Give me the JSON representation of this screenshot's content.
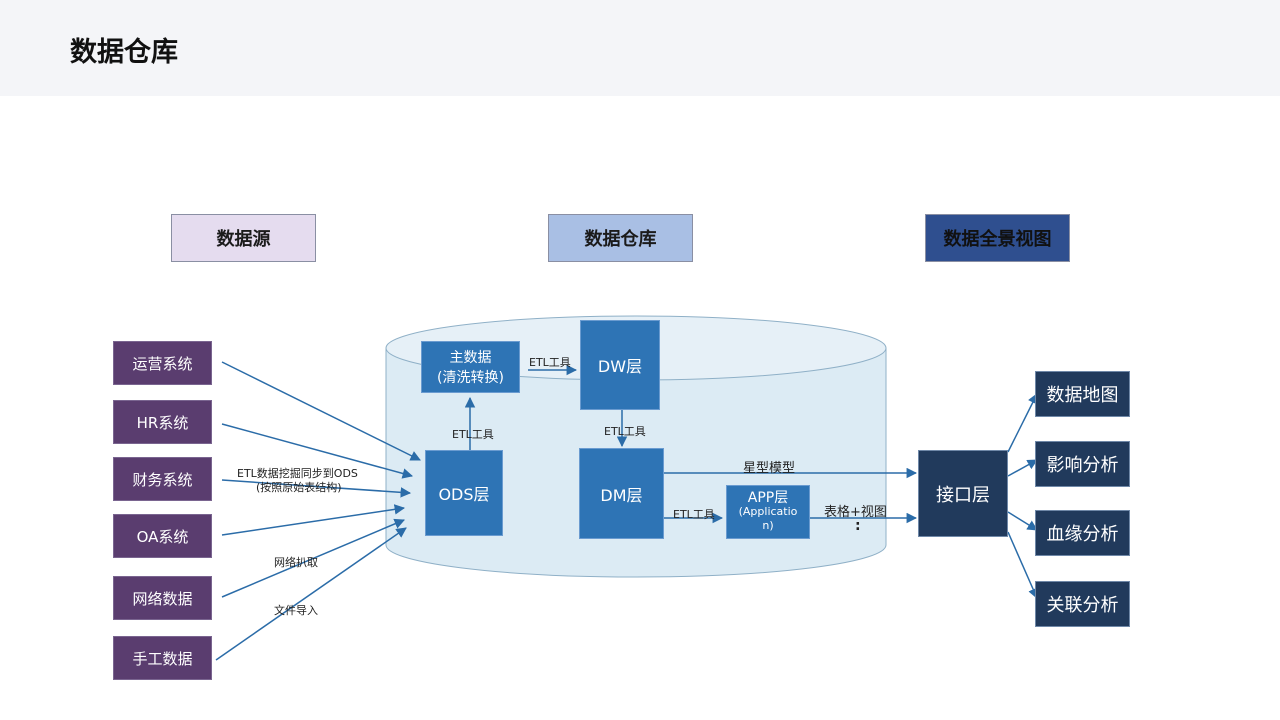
{
  "page": {
    "title": "数据仓库"
  },
  "columns": {
    "sources": "数据源",
    "warehouse": "数据仓库",
    "panorama": "数据全景视图"
  },
  "sources": [
    "运营系统",
    "HR系统",
    "财务系统",
    "OA系统",
    "网络数据",
    "手工数据"
  ],
  "source_labels": {
    "etl_ods_line1": "ETL数据挖掘同步到ODS",
    "etl_ods_line2": "(按照原始表结构)",
    "web_crawl": "网络扒取",
    "file_import": "文件导入"
  },
  "warehouse": {
    "master_line1": "主数据",
    "master_line2": "(清洗转换)",
    "dw": "DW层",
    "ods": "ODS层",
    "dm": "DM层",
    "app_line1": "APP层",
    "app_line2": "(Applicatio",
    "app_line3": "n)",
    "etl_master_dw": "ETL工具",
    "etl_ods_master": "ETL工具",
    "etl_dw_dm": "ETL工具",
    "etl_dm_app": "ETL工具"
  },
  "flows": {
    "star_model": "星型模型",
    "table_view": "表格+视图",
    "colon": ":"
  },
  "interface": "接口层",
  "outputs": [
    "数据地图",
    "影响分析",
    "血缘分析",
    "关联分析"
  ],
  "colors": {
    "sources_header": "#e5dcef",
    "warehouse_header": "#a9bfe4",
    "panorama_header": "#2f4f8f",
    "source_box": "#5a3d6f",
    "layer_box": "#2e74b5",
    "interface_box": "#213a5c",
    "cylinder": "#dcebf4",
    "arrow": "#2b6ca8"
  }
}
